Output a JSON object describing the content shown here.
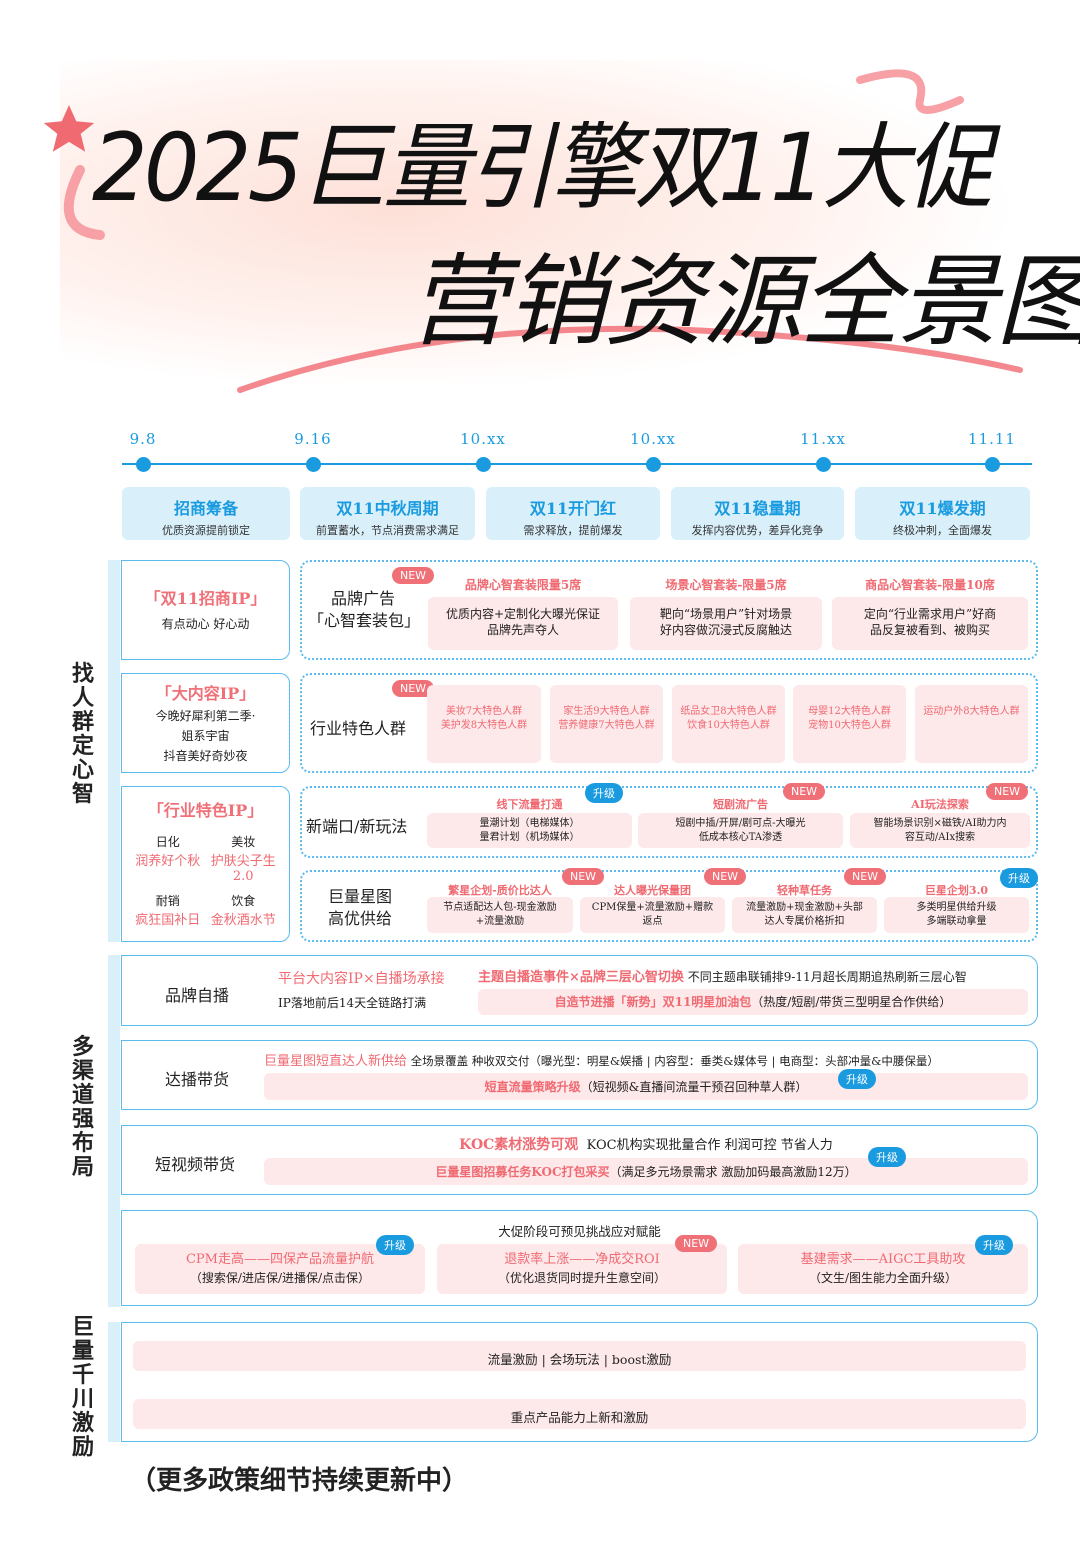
{
  "title": {
    "line1": "2025巨量引擎双11大促",
    "line2": "营销资源全景图"
  },
  "timeline": {
    "dates": [
      "9.8",
      "9.16",
      "10.xx",
      "10.xx",
      "11.xx",
      "11.11"
    ],
    "phases": [
      {
        "title": "招商筹备",
        "desc": "优质资源提前锁定"
      },
      {
        "title": "双11中秋周期",
        "desc": "前置蓄水，节点消费需求满足"
      },
      {
        "title": "双11开门红",
        "desc": "需求释放，提前爆发"
      },
      {
        "title": "双11稳量期",
        "desc": "发挥内容优势，差异化竞争"
      },
      {
        "title": "双11爆发期",
        "desc": "终极冲刺，全面爆发"
      }
    ]
  },
  "sections": {
    "s1": "找人群 定心智",
    "s2": "多渠道 强布局",
    "s3": "巨量千川激励"
  },
  "ip": [
    {
      "title": "「双11招商IP」",
      "lines": [
        "有点动心  好心动"
      ]
    },
    {
      "title": "「大内容IP」",
      "lines": [
        "今晚好犀利第二季·",
        "姐系宇宙",
        "抖音美好奇妙夜"
      ]
    },
    {
      "title": "「行业特色IP」",
      "grid": [
        {
          "cat": "日化",
          "name": "润养好个秋"
        },
        {
          "cat": "美妆",
          "name": "护肤尖子生2.0"
        },
        {
          "cat": "耐销",
          "name": "疯狂国补日"
        },
        {
          "cat": "饮食",
          "name": "金秋酒水节"
        }
      ]
    }
  ],
  "badges": {
    "new": "NEW",
    "up": "升级"
  },
  "brand_ad": {
    "label1": "品牌广告",
    "label2": "「心智套装包」",
    "items": [
      {
        "title": "品牌心智套装限量5席",
        "l1": "优质内容+定制化大曝光保证",
        "l2": "品牌先声夺人"
      },
      {
        "title": "场景心智套装-限量5席",
        "l1": "靶向“场景用户”针对场景",
        "l2": "好内容做沉浸式反腐触达"
      },
      {
        "title": "商品心智套装-限量10席",
        "l1": "定向“行业需求用户”好商",
        "l2": "品反复被看到、被购买"
      }
    ]
  },
  "industry": {
    "label": "行业特色人群",
    "items": [
      [
        "美妆7大特色人群",
        "美护发8大特色人群"
      ],
      [
        "家生活9大特色人群",
        "营养健康7大特色人群"
      ],
      [
        "纸品女卫8大特色人群",
        "饮食10大特色人群"
      ],
      [
        "母婴12大特色人群",
        "宠物10大特色人群"
      ],
      [
        "运动户外8大特色人群"
      ]
    ]
  },
  "newport": {
    "label": "新端口/新玩法",
    "items": [
      {
        "title": "线下流量打通",
        "badge": "up",
        "l1": "量潮计划（电梯媒体）",
        "l2": "量君计划（机场媒体）"
      },
      {
        "title": "短剧流广告",
        "badge": "new",
        "l1": "短剧中插/开屏/剧可点-大曝光",
        "l2": "低成本核心TA渗透"
      },
      {
        "title": "AI玩法探索",
        "badge": "new",
        "l1": "智能场景识别×磁铁/AI助力内",
        "l2": "容互动/AIx搜索"
      }
    ]
  },
  "xingtu": {
    "label1": "巨量星图",
    "label2": "高优供给",
    "items": [
      {
        "title": "繁星企划-质价比达人",
        "badge": "new",
        "l1": "节点适配达人包-现金激励",
        "l2": "+流量激励"
      },
      {
        "title": "达人曝光保量团",
        "badge": "new",
        "l1": "CPM保量+流量激励+赠款",
        "l2": "返点"
      },
      {
        "title": "轻种草任务",
        "badge": "new",
        "l1": "流量激励+现金激励+头部",
        "l2": "达人专属价格折扣"
      },
      {
        "title": "巨星企划3.0",
        "badge": "up",
        "l1": "多类明星供给升级",
        "l2": "多端联动拿量"
      }
    ]
  },
  "self_live": {
    "label": "品牌自播",
    "left1": "平台大内容IP×自播场承接",
    "left2": "IP落地前后14天全链路打满",
    "r_red": "主题自播造事件×品牌三层心智切换",
    "r_black": "不同主题串联铺排9-11月超长周期追热刷新三层心智",
    "pill_red": "自造节进播「新势」双11明星加油包",
    "pill_black": "（热度/短剧/带货三型明星合作供给）"
  },
  "talent_live": {
    "label": "达播带货",
    "red": "巨量星图短直达人新供给",
    "black": "全场景覆盖  种收双交付（曝光型：明星&娱播 | 内容型：垂类&媒体号 | 电商型：头部冲量&中腰保量）",
    "pill_red": "短直流量策略升级",
    "pill_black": "（短视频&直播间流量干预召回种草人群）"
  },
  "short_video": {
    "label": "短视频带货",
    "red": "KOC素材涨势可观",
    "black": "KOC机构实现批量合作  利润可控  节省人力",
    "pill_red": "巨量星图招募任务KOC打包采买",
    "pill_black": "（满足多元场景需求  激励加码最高激励12万）"
  },
  "challenge": {
    "title": "大促阶段可预见挑战应对赋能",
    "items": [
      {
        "badge": "up",
        "red": "CPM走高——四保产品流量护航",
        "black": "（搜索保/进店保/进播保/点击保）"
      },
      {
        "badge": "new",
        "red": "退款率上涨——净成交ROI",
        "black": "（优化退货同时提升生意空间）"
      },
      {
        "badge": "up",
        "red": "基建需求——AIGC工具助攻",
        "black": "（文生/图生能力全面升级）"
      }
    ]
  },
  "qianchuan": {
    "row1": "流量激励  |  会场玩法  |  boost激励",
    "row2": "重点产品能力上新和激励"
  },
  "footer": "（更多政策细节持续更新中）",
  "colors": {
    "blue": "#1a9be0",
    "red": "#f06a72",
    "pink": "#fde8ea",
    "lightblue": "#d9f0fb"
  }
}
